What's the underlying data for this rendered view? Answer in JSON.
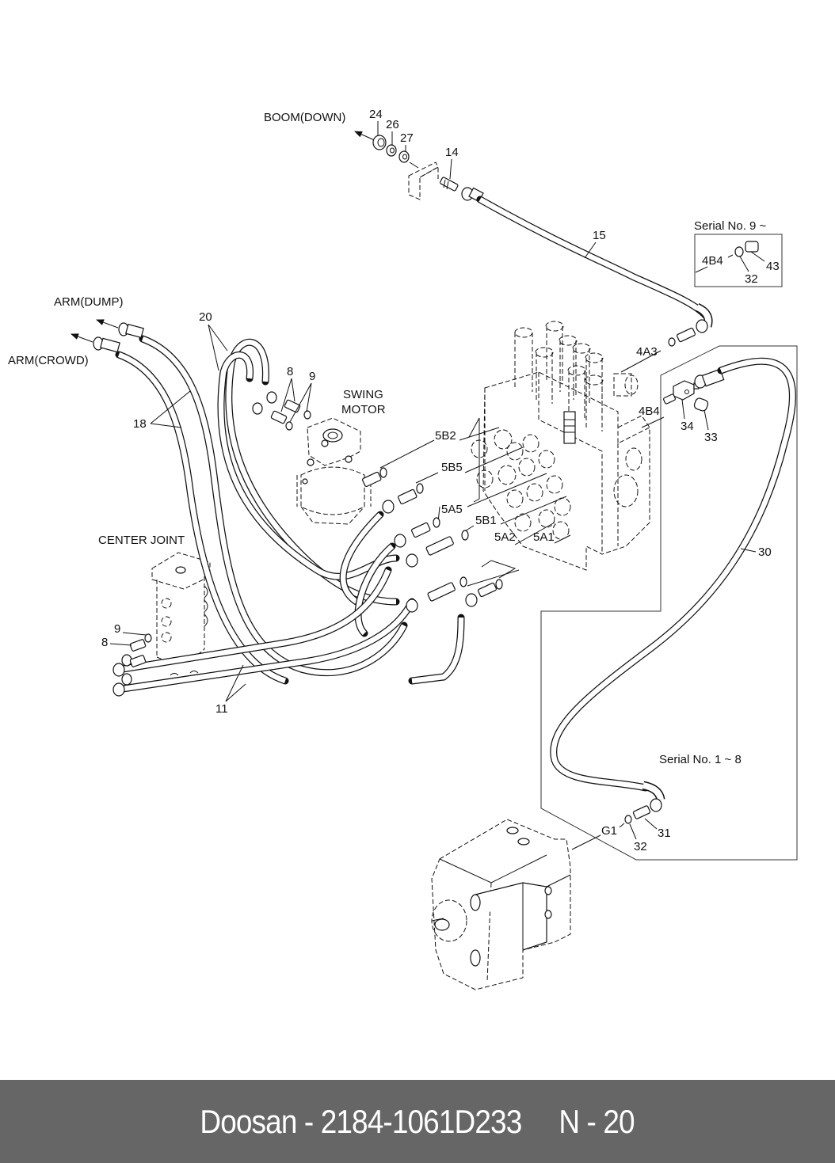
{
  "diagram": {
    "title": "Hydraulic piping diagram - swing motor / control valve / center joint / pump",
    "direction_labels": {
      "boom_down": "BOOM(DOWN)",
      "arm_dump": "ARM(DUMP)",
      "arm_crowd": "ARM(CROWD)"
    },
    "component_labels": {
      "swing_motor_line1": "SWING",
      "swing_motor_line2": "MOTOR",
      "center_joint": "CENTER JOINT"
    },
    "serial_notes": {
      "upper": "Serial No. 9 ~",
      "lower": "Serial No. 1 ~ 8"
    },
    "part_numbers": {
      "p24": "24",
      "p26": "26",
      "p27": "27",
      "p14": "14",
      "p15": "15",
      "p20": "20",
      "p18": "18",
      "p8_top": "8",
      "p9_top": "9",
      "p8_left": "8",
      "p9_left": "9",
      "p11": "11",
      "p30": "30",
      "p31": "31",
      "p32_lower": "32",
      "p32_upper": "32",
      "p33": "33",
      "p34": "34",
      "p43": "43"
    },
    "port_labels": {
      "4A3": "4A3",
      "4B4_main": "4B4",
      "4B4_inset": "4B4",
      "5B2": "5B2",
      "5B5": "5B5",
      "5A5": "5A5",
      "5B1": "5B1",
      "5A2": "5A2",
      "5A1": "5A1",
      "G1": "G1"
    }
  },
  "footer": {
    "brand": "Doosan",
    "part_number": "2184-1061D233",
    "page": "N - 20",
    "text": "Doosan - 2184-1061D233     N - 20"
  },
  "colors": {
    "footer_bg": "#666666",
    "footer_text": "#ffffff",
    "line": "#111111"
  }
}
